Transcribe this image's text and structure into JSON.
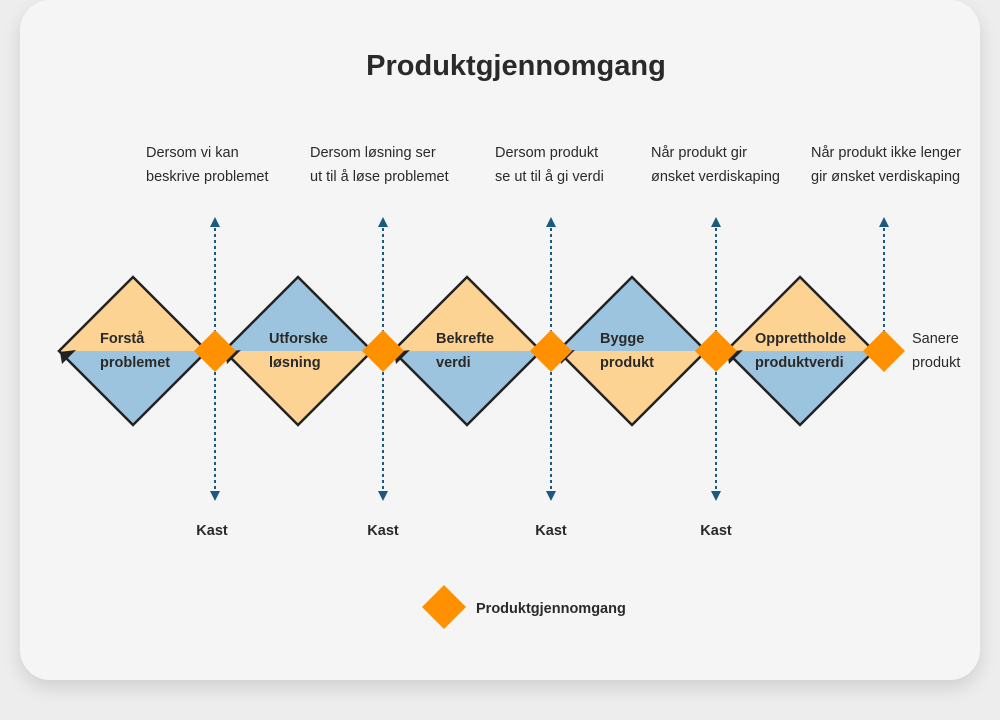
{
  "title": "Produktgjennomgang",
  "colors": {
    "orange": "#ff9000",
    "light_orange": "#fdd393",
    "light_blue": "#9cc4de",
    "arrow_blue": "#1b5a7e"
  },
  "conditions": [
    {
      "line1": "Dersom vi kan",
      "line2": "beskrive problemet"
    },
    {
      "line1": "Dersom løsning ser",
      "line2": "ut til å løse problemet"
    },
    {
      "line1": "Dersom produkt",
      "line2": "se ut til å gi verdi"
    },
    {
      "line1": "Når produkt gir",
      "line2": "ønsket verdiskaping"
    },
    {
      "line1": "Når produkt ikke lenger",
      "line2": "gir ønsket verdiskaping"
    }
  ],
  "phases": [
    {
      "line1": "Forstå",
      "line2": "problemet"
    },
    {
      "line1": "Utforske",
      "line2": "løsning"
    },
    {
      "line1": "Bekrefte",
      "line2": "verdi"
    },
    {
      "line1": "Bygge",
      "line2": "produkt"
    },
    {
      "line1": "Opprettholde",
      "line2": "produktverdi"
    }
  ],
  "discard_label": "Kast",
  "end": {
    "line1": "Sanere",
    "line2": "produkt"
  },
  "legend": {
    "label": "Produktgjennomgang"
  }
}
